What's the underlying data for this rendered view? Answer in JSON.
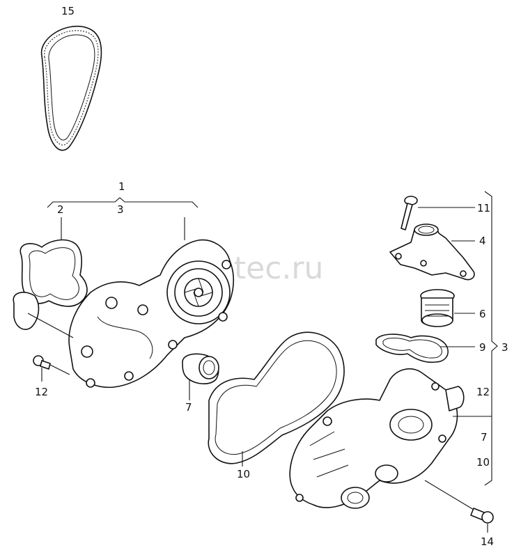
{
  "watermark": "vagtec.ru",
  "callouts": {
    "c15": "15",
    "c1": "1",
    "c2": "2",
    "c3_top": "3",
    "c11": "11",
    "c4": "4",
    "c6": "6",
    "c9": "9",
    "c3_right": "3",
    "c12_right": "12",
    "c7_right": "7",
    "c10_right": "10",
    "c12_left": "12",
    "c7": "7",
    "c10": "10",
    "c14": "14"
  }
}
